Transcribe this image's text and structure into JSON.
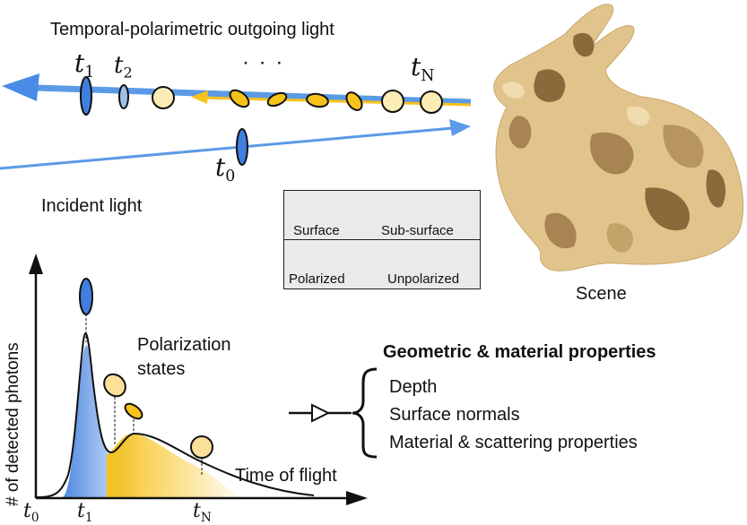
{
  "top_title": "Temporal-polarimetric outgoing light",
  "incident_label": "Incident light",
  "scene_label": "Scene",
  "time_labels": {
    "t1": {
      "base": "t",
      "sub": "1"
    },
    "t2": {
      "base": "t",
      "sub": "2"
    },
    "dots": "· · ·",
    "tN": {
      "base": "t",
      "sub": "N"
    },
    "t0": {
      "base": "t",
      "sub": "0"
    }
  },
  "legend": {
    "surface": "Surface",
    "subsurface": "Sub-surface",
    "polarized": "Polarized",
    "unpolarized": "Unpolarized"
  },
  "plot": {
    "ylabel": "# of detected photons",
    "xlabel": "Time of flight",
    "annotation_line1": "Polarization",
    "annotation_line2": "states",
    "ticks": [
      {
        "base": "t",
        "sub": "0"
      },
      {
        "base": "t",
        "sub": "1"
      },
      {
        "base": "t",
        "sub": "N"
      }
    ]
  },
  "properties": {
    "heading": "Geometric & material properties",
    "items": [
      "Depth",
      "Surface normals",
      "Material & scattering properties"
    ]
  },
  "colors": {
    "surface": "#3f7fe0",
    "subsurface": "#f7c21a",
    "unpolarized_fill": "#fbecb6",
    "beam": "#5b9ae6",
    "bunny_light": "#e1c48c",
    "bunny_dark": "#8a6a3a"
  }
}
